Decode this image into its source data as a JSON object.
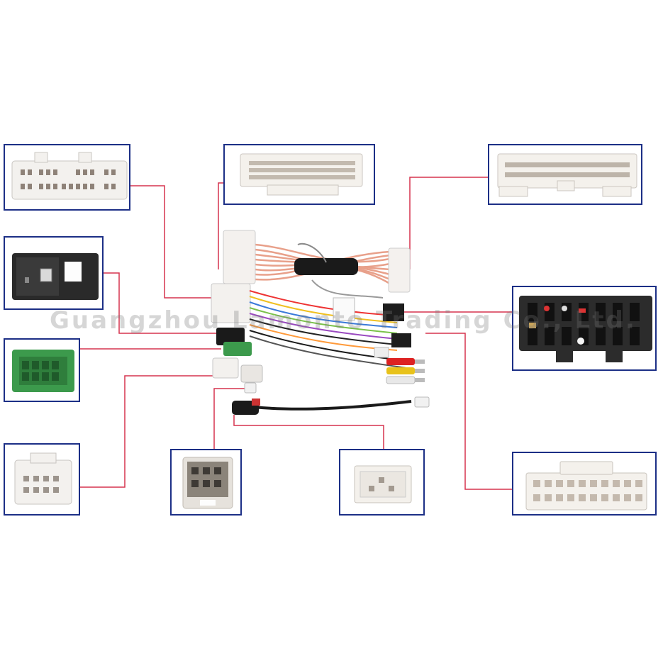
{
  "image": {
    "watermark_text": "Guangzhou Lamonto Trading Co., Ltd.",
    "colors": {
      "box_border": "#1c2f86",
      "leader_line": "#d6334e",
      "background": "#ffffff",
      "connector_white": "#f3f1ee",
      "connector_green": "#3c9a4c",
      "connector_black": "#2a2a2a",
      "wire_pink": "#e8a08a",
      "watermark": "#bfbfbf"
    }
  },
  "callouts": [
    {
      "id": "white-22pin-top-left",
      "color": "white"
    },
    {
      "id": "white-40pin-top-center",
      "color": "white"
    },
    {
      "id": "white-40pin-top-right",
      "color": "white"
    },
    {
      "id": "black-usb-left",
      "color": "black"
    },
    {
      "id": "black-20pin-right",
      "color": "black"
    },
    {
      "id": "green-10pin-left",
      "color": "green"
    },
    {
      "id": "white-12pin-bottom-left",
      "color": "white"
    },
    {
      "id": "gray-12pin-bottom-center",
      "color": "gray"
    },
    {
      "id": "white-4pin-bottom",
      "color": "white"
    },
    {
      "id": "white-24pin-bottom-right",
      "color": "white"
    }
  ]
}
